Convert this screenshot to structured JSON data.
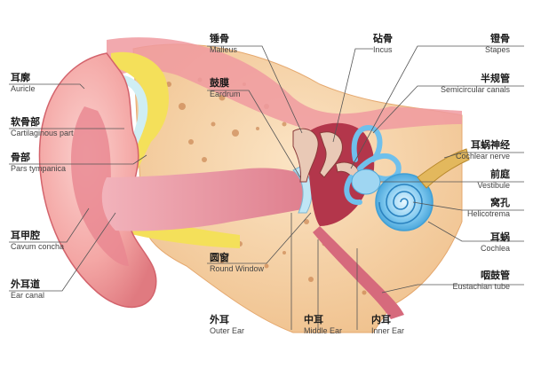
{
  "labels": {
    "auricle": {
      "zh": "耳廓",
      "en": "Auricle"
    },
    "cartilaginous": {
      "zh": "软骨部",
      "en": "Cartilaginous part"
    },
    "pars_tympanica": {
      "zh": "骨部",
      "en": "Pars tympanica"
    },
    "cavum_concha": {
      "zh": "耳甲腔",
      "en": "Cavum concha"
    },
    "ear_canal": {
      "zh": "外耳道",
      "en": "Ear canal"
    },
    "malleus": {
      "zh": "锤骨",
      "en": "Malleus"
    },
    "eardrum": {
      "zh": "鼓膜",
      "en": "Eardrum"
    },
    "incus": {
      "zh": "砧骨",
      "en": "Incus"
    },
    "stapes": {
      "zh": "镫骨",
      "en": "Stapes"
    },
    "semicircular": {
      "zh": "半规管",
      "en": "Semicircular canals"
    },
    "cochlear_nerve": {
      "zh": "耳蜗神经",
      "en": "Cochlear nerve"
    },
    "vestibule": {
      "zh": "前庭",
      "en": "Vestibule"
    },
    "helicotrema": {
      "zh": "窝孔",
      "en": "Helicotrema"
    },
    "cochlea": {
      "zh": "耳蜗",
      "en": "Cochlea"
    },
    "eustachian": {
      "zh": "咽鼓管",
      "en": "Eustachian tube"
    },
    "round_window": {
      "zh": "圆窗",
      "en": "Round Window"
    },
    "outer_ear": {
      "zh": "外耳",
      "en": "Outer Ear"
    },
    "middle_ear": {
      "zh": "中耳",
      "en": "Middle Ear"
    },
    "inner_ear": {
      "zh": "内耳",
      "en": "Inner Ear"
    }
  },
  "colors": {
    "skin": "#f4a7a5",
    "skin_dark": "#d9636b",
    "bone": "#f6d3a6",
    "fat": "#f3e25a",
    "cartilage": "#c9e9ef",
    "canal": "#eb95a0",
    "cochlea": "#6fc0ec",
    "middle_ear": "#b3364b",
    "nerve": "#e3b85d",
    "leader": "#555555"
  }
}
